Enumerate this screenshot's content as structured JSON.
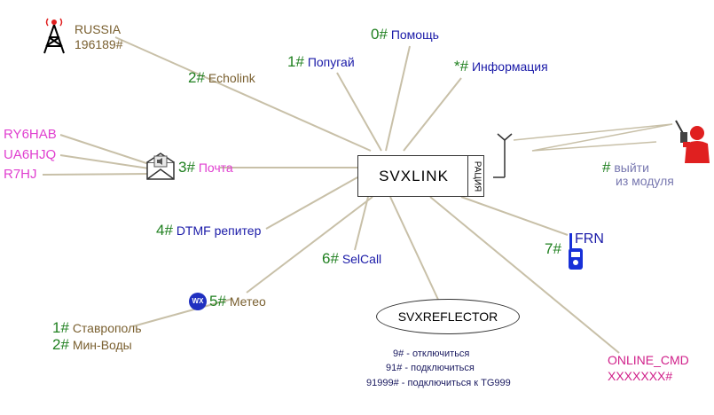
{
  "center": {
    "label": "SVXLINK",
    "side_label": "РАЦИЯ"
  },
  "nodes": {
    "russia": {
      "line1": "RUSSIA",
      "line2": "196189#"
    },
    "echolink": {
      "num": "2#",
      "label": "Echolink"
    },
    "help": {
      "num": "0#",
      "label": "Помощь"
    },
    "parrot": {
      "num": "1#",
      "label": "Попугай"
    },
    "info": {
      "num": "*#",
      "label": "Информация"
    },
    "mail": {
      "num": "3#",
      "label": "Почта"
    },
    "dtmf": {
      "num": "4#",
      "label": "DTMF репитер"
    },
    "selcall": {
      "num": "6#",
      "label": "SelCall"
    },
    "meteo": {
      "num": "5#",
      "label": "Метео",
      "badge": "WX"
    },
    "frn": {
      "num": "7#",
      "label": "FRN"
    },
    "exit": {
      "num": "#",
      "line1": "выйти",
      "line2": "из модуля"
    }
  },
  "mail_callsigns": [
    "RY6HAB",
    "UA6HJQ",
    "R7HJ"
  ],
  "meteo_sub": [
    {
      "num": "1#",
      "label": "Ставрополь"
    },
    {
      "num": "2#",
      "label": "Мин-Воды"
    }
  ],
  "reflector": {
    "label": "SVXREFLECTOR",
    "commands": [
      "9# - отключиться",
      "91# - подключиться",
      "91999# - подключиться к TG999"
    ]
  },
  "online_cmd": {
    "line1": "ONLINE_CMD",
    "line2": "XXXXXXX#"
  },
  "colors": {
    "line": "#c8c0a8",
    "antenna_red": "#e02020",
    "frn_blue": "#1830d8"
  }
}
